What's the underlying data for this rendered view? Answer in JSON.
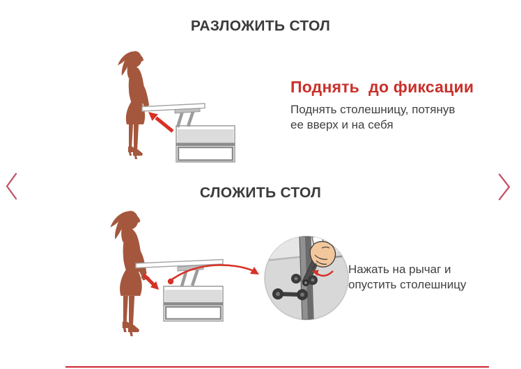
{
  "carousel": {
    "prev_icon": "chevron-left",
    "next_icon": "chevron-right"
  },
  "unfold_section": {
    "title": "РАЗЛОЖИТЬ СТОЛ",
    "step_heading": "Поднять  до фиксации",
    "step_line1": "Поднять столешницу, потянув",
    "step_line2": "ее вверх и на себя"
  },
  "fold_section": {
    "title": "СЛОЖИТЬ СТОЛ",
    "step_line1": "Нажать на рычаг и",
    "step_line2": "опустить столешницу"
  },
  "colors": {
    "accent_arrow_red": "#d63127",
    "heading_red": "#c9302a",
    "title_text": "#3b3b3b",
    "body_text": "#3f3f3f",
    "figure_brown": "#a4573d",
    "chevron_rose": "#c05669",
    "inset_circle_gray": "#d8d8d8",
    "mechanism_gray": "#919191",
    "table_fill_gray": "#dcdcdc",
    "skin_tone": "#f2c79c",
    "bottom_line_red": "#cf2430"
  }
}
